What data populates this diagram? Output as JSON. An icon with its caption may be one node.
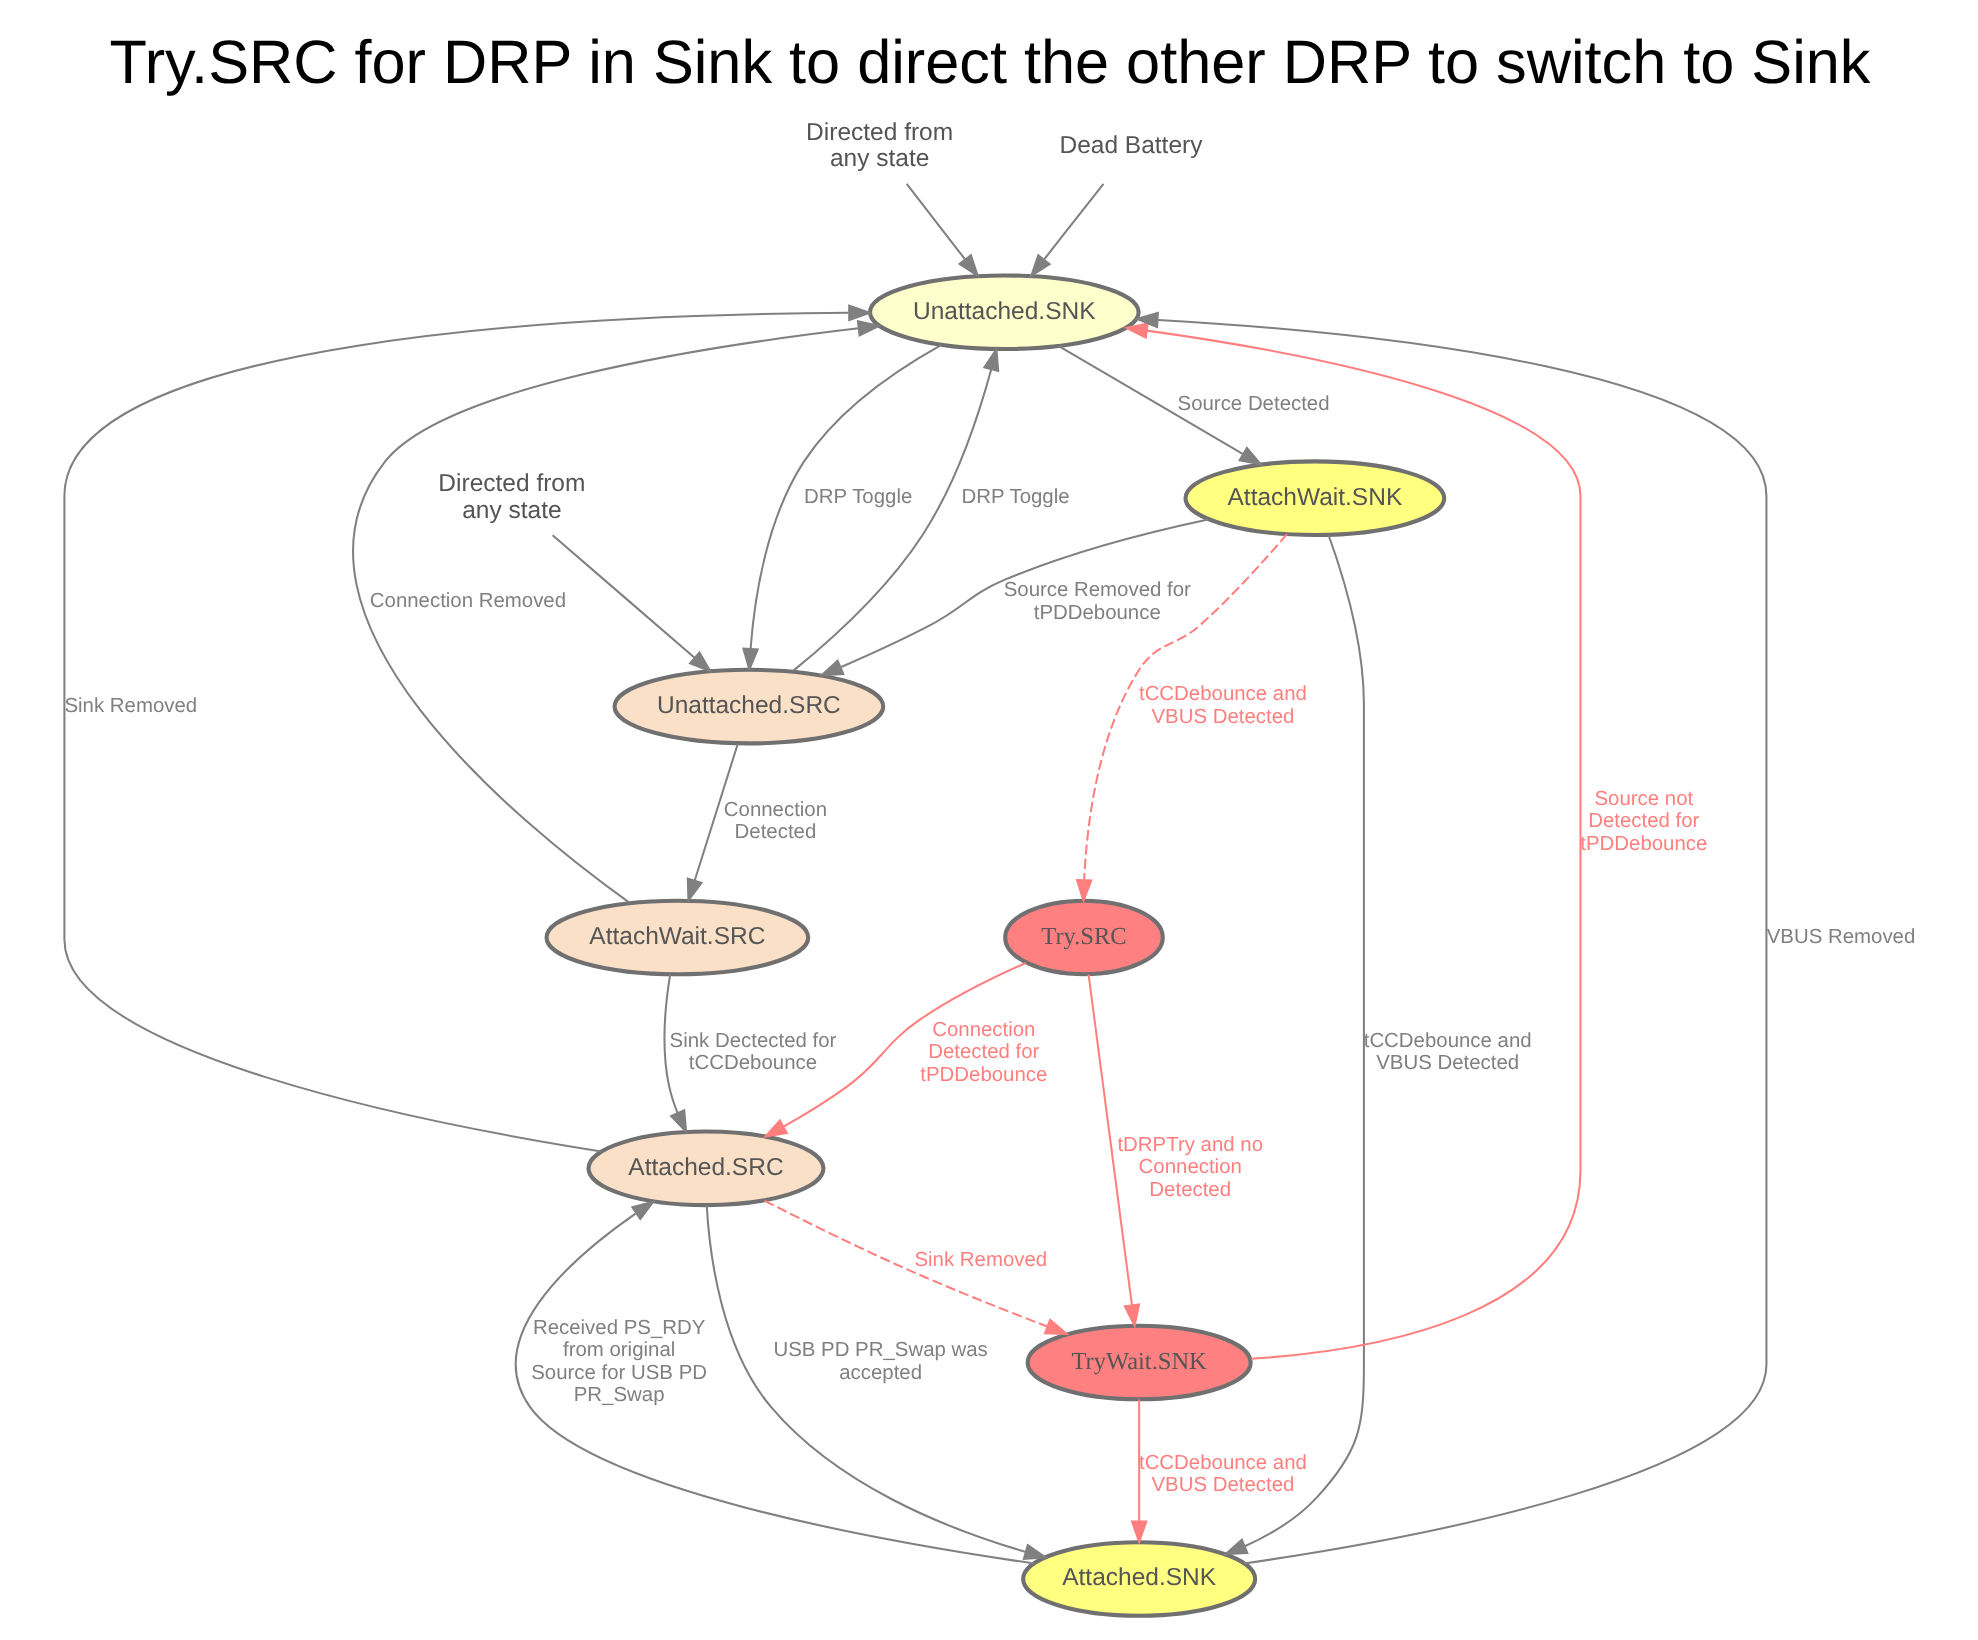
{
  "diagram": {
    "title": "Try.SRC for DRP in Sink to direct the other DRP to switch to Sink",
    "nodes": [
      {
        "text": [
          "Unattached.SNK"
        ]
      },
      {
        "text": [
          "Unattached.SRC"
        ]
      },
      {
        "text": [
          "AttachWait.SRC"
        ]
      },
      {
        "text": [
          "AttachWait.SNK"
        ]
      },
      {
        "text": [
          "Try.SRC"
        ]
      },
      {
        "text": [
          "Attached.SRC"
        ]
      },
      {
        "text": [
          "TryWait.SNK"
        ]
      },
      {
        "text": [
          "Attached.SNK"
        ]
      },
      {
        "text": [
          "Directed from any state"
        ]
      },
      {
        "text": [
          "Directed from any state"
        ]
      },
      {
        "text": [
          "Dead Battery"
        ]
      }
    ],
    "edges": [
      {
        "from": 8,
        "to": 0,
        "arrow": "to"
      },
      {
        "from": 9,
        "to": 1,
        "arrow": "to"
      },
      {
        "from": 10,
        "to": 0,
        "arrow": "to"
      },
      {
        "from": 0,
        "to": 1,
        "arrow": "to",
        "label": "DRP Toggle"
      },
      {
        "from": 1,
        "to": 0,
        "arrow": "to",
        "label": "DRP Toggle"
      },
      {
        "from": 1,
        "to": 2,
        "arrow": "to",
        "label": "Connection Detected"
      },
      {
        "from": 2,
        "to": 0,
        "arrow": "to",
        "label": "Connection Removed"
      },
      {
        "from": 0,
        "to": 3,
        "arrow": "to",
        "label": "Source Detected"
      },
      {
        "from": 3,
        "to": 1,
        "arrow": "to",
        "label": "Source Removed for tPDDebounce"
      },
      {
        "from": 2,
        "to": 5,
        "arrow": "to",
        "label": "Sink Dectected for tCCDebounce"
      },
      {
        "from": 5,
        "to": 0,
        "arrow": "to",
        "label": "Sink Removed"
      },
      {
        "from": 3,
        "to": 4,
        "arrow": "to",
        "label": "tCCDebounce and VBUS Detected",
        "style": "dashed",
        "color": "#ff7f7f"
      },
      {
        "from": 3,
        "to": 7,
        "arrow": "to",
        "label": "tCCDebounce and VBUS Detected"
      },
      {
        "from": 4,
        "to": 5,
        "arrow": "to",
        "label": "Connection Detected for tPDDebounce",
        "color": "#ff7f7f"
      },
      {
        "from": 4,
        "to": 6,
        "arrow": "to",
        "label": "tDRPTry and no Connection Detected",
        "color": "#ff7f7f"
      },
      {
        "from": 6,
        "to": 0,
        "arrow": "to",
        "label": "Source not Detected for tPDDebounce",
        "color": "#ff7f7f"
      },
      {
        "from": 5,
        "to": 6,
        "arrow": "to",
        "label": "Sink Removed",
        "style": "dashed",
        "color": "#ff7f7f"
      },
      {
        "from": 6,
        "to": 7,
        "arrow": "to",
        "label": "tCCDebounce and VBUS Detected",
        "color": "#ff7f7f"
      },
      {
        "from": 7,
        "to": 0,
        "arrow": "to",
        "label": "VBUS Removed"
      },
      {
        "from": 5,
        "to": 7,
        "arrow": "to",
        "label": "USB PD PR_Swap was accepted"
      },
      {
        "from": 7,
        "to": 5,
        "arrow": "to",
        "label": "Received PS_RDY from original Source for USB PD PR_Swap"
      }
    ]
  }
}
